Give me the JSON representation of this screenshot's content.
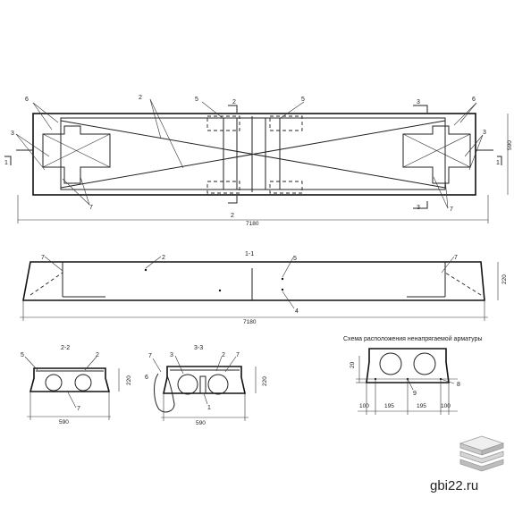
{
  "labels": {
    "l1": "1",
    "l2": "2",
    "l3": "3",
    "l4": "4",
    "l5": "5",
    "l6": "6",
    "l7": "7",
    "l8": "8",
    "l9": "9",
    "cut_one": "1",
    "cut_two": "2",
    "cut_three": "3"
  },
  "titles": {
    "section_1_1": "1-1",
    "section_2_2": "2-2",
    "section_3_3": "3-3",
    "rebar_scheme": "Схема расположения ненапрягаемой арматуры"
  },
  "dims": {
    "overall_length": "7180",
    "plan_width": "590",
    "height": "220",
    "section_width": "590",
    "cover": "20",
    "d100a": "100",
    "d195a": "195",
    "d195b": "195",
    "d100b": "100"
  },
  "brand": {
    "site": "gbi22.ru"
  }
}
